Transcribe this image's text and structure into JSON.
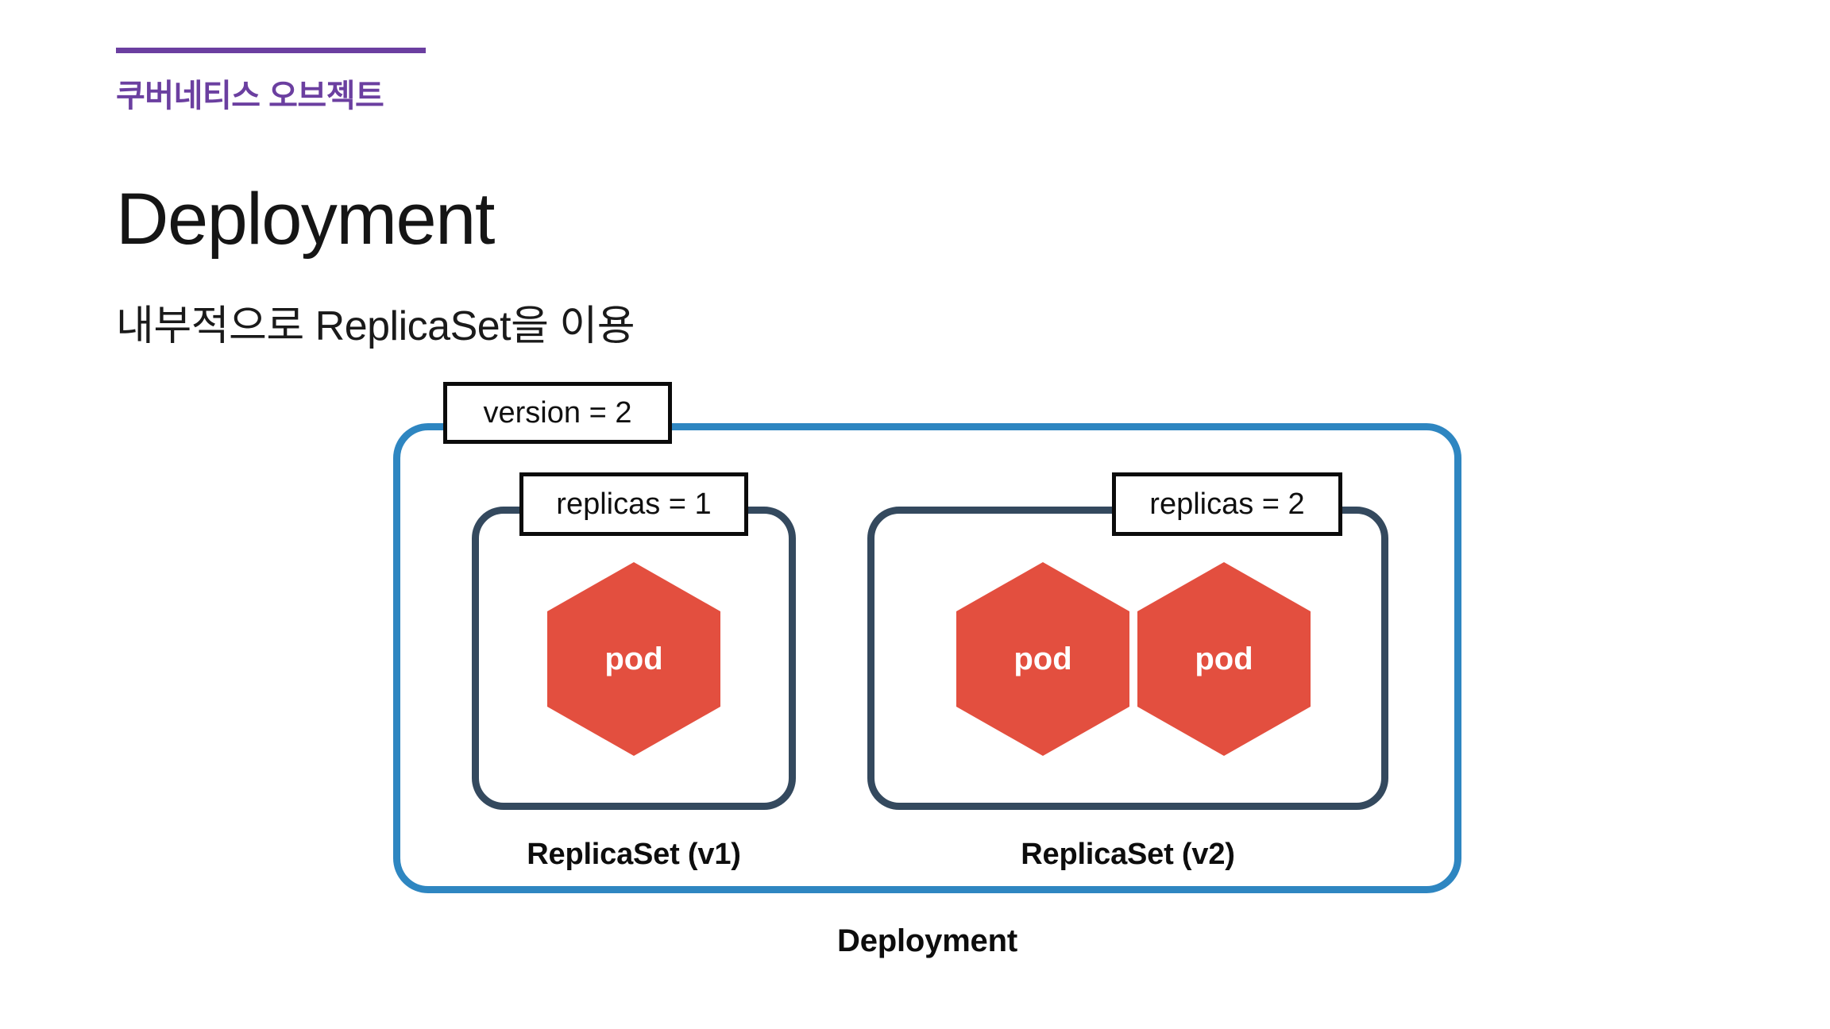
{
  "slide": {
    "kicker": "쿠버네티스 오브젝트",
    "title": "Deployment",
    "subtitle": "내부적으로 ReplicaSet을 이용"
  },
  "colors": {
    "accent_purple": "#6B3FA0",
    "deployment_border": "#2E86C1",
    "replicaset_border": "#34495E",
    "pod_fill": "#E34F3F",
    "chip_border": "#0B0B0B",
    "text": "#111111"
  },
  "diagram": {
    "deployment": {
      "caption": "Deployment",
      "chip_label": "version = 2"
    },
    "replicasets": [
      {
        "caption": "ReplicaSet (v1)",
        "chip_label": "replicas = 1",
        "replicas": 1,
        "pods": [
          {
            "label": "pod"
          }
        ]
      },
      {
        "caption": "ReplicaSet (v2)",
        "chip_label": "replicas = 2",
        "replicas": 2,
        "pods": [
          {
            "label": "pod"
          },
          {
            "label": "pod"
          }
        ]
      }
    ]
  }
}
